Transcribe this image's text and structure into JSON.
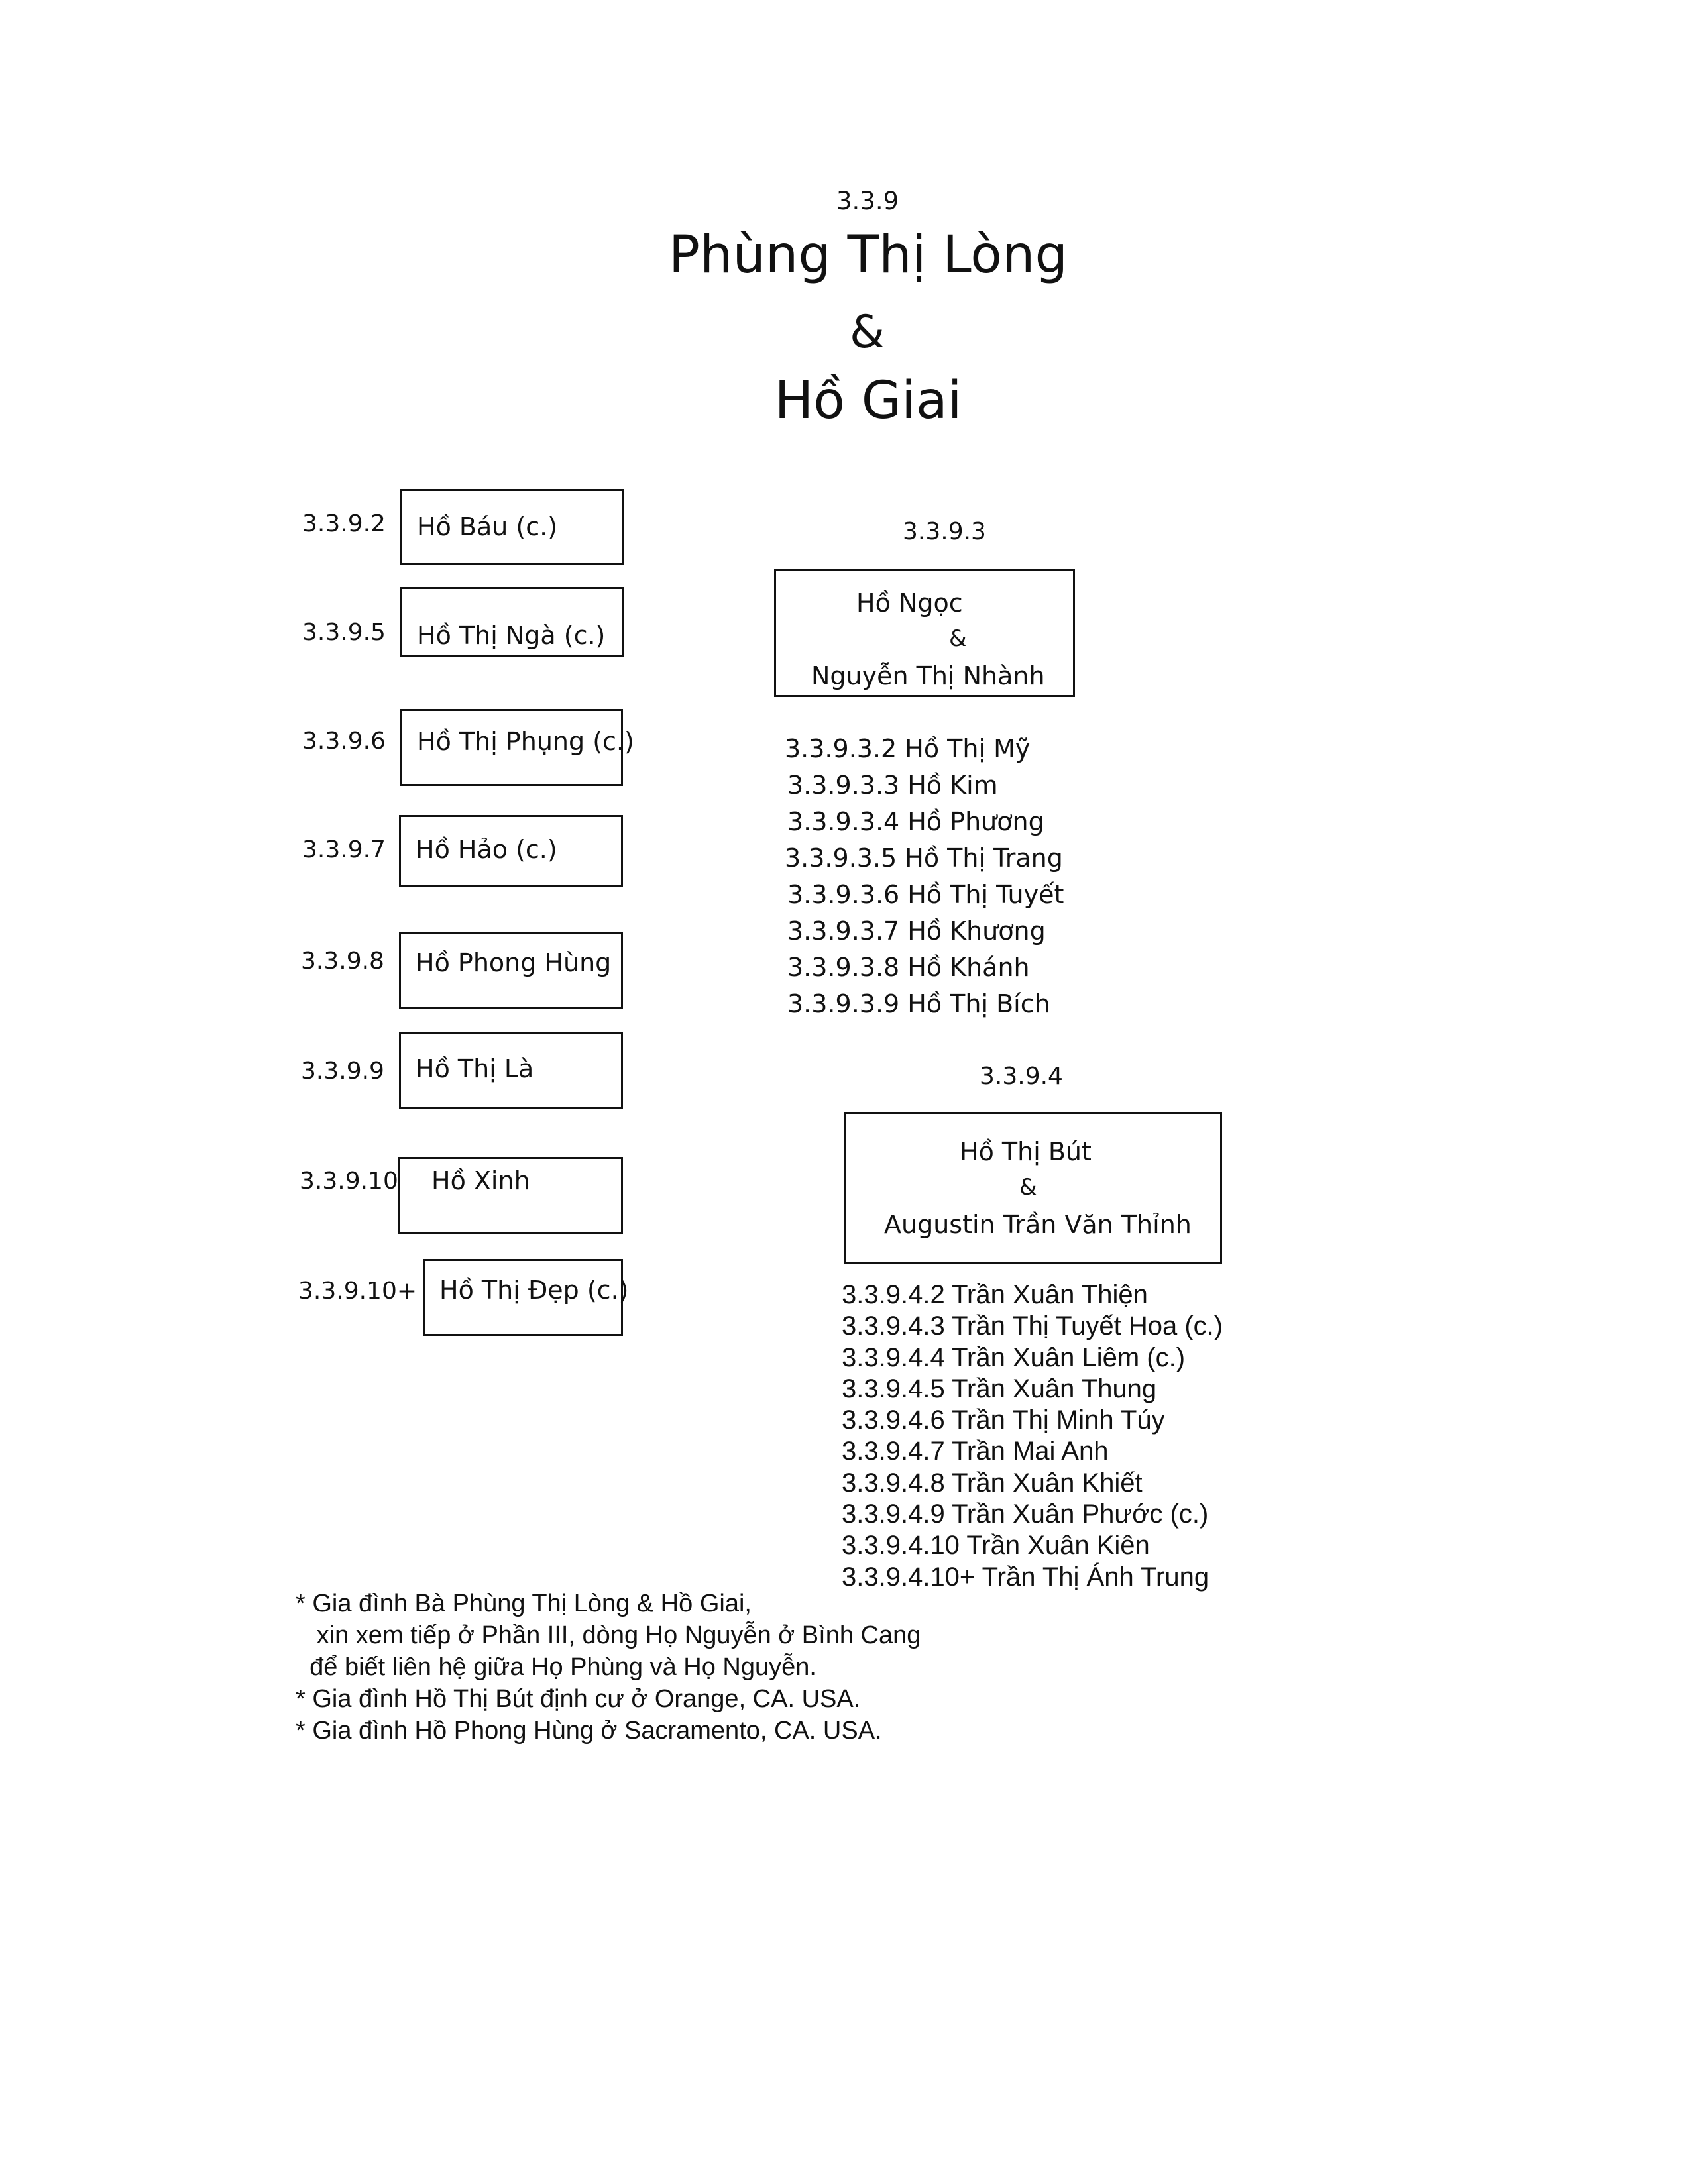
{
  "header": {
    "code": "3.3.9",
    "name1": "Phùng Thị Lòng",
    "amp": "&",
    "name2": "Hồ Giai"
  },
  "children": [
    {
      "code": "3.3.9.2",
      "name": "Hồ Báu (c.)"
    },
    {
      "code": "3.3.9.5",
      "name": "Hồ Thị Ngà (c.)"
    },
    {
      "code": "3.3.9.6",
      "name": "Hồ Thị Phụng (c.)"
    },
    {
      "code": "3.3.9.7",
      "name": "Hồ Hảo (c.)"
    },
    {
      "code": "3.3.9.8",
      "name": "Hồ Phong Hùng"
    },
    {
      "code": "3.3.9.9",
      "name": "Hồ Thị Là"
    },
    {
      "code": "3.3.9.10",
      "name": "Hồ Xinh"
    },
    {
      "code": "3.3.9.10+",
      "name": "Hồ Thị Đẹp (c.)"
    }
  ],
  "family3": {
    "code": "3.3.9.3",
    "line1": "Hồ Ngọc",
    "amp": "&",
    "line2": "Nguyễn Thị Nhành",
    "members": [
      "3.3.9.3.2 Hồ Thị Mỹ",
      "3.3.9.3.3 Hồ Kim",
      "3.3.9.3.4 Hồ Phương",
      "3.3.9.3.5 Hồ Thị Trang",
      "3.3.9.3.6 Hồ Thị Tuyết",
      "3.3.9.3.7 Hồ Khương",
      "3.3.9.3.8 Hồ Khánh",
      "3.3.9.3.9 Hồ Thị Bích"
    ]
  },
  "family4": {
    "code": "3.3.9.4",
    "line1": "Hồ Thị Bút",
    "amp": "&",
    "line2": "Augustin Trần Văn Thỉnh",
    "members": [
      "3.3.9.4.2  Trần Xuân Thiện",
      "3.3.9.4.3  Trần Thị Tuyết Hoa (c.)",
      "3.3.9.4.4  Trần Xuân Liêm (c.)",
      "3.3.9.4.5  Trần Xuân Thung",
      "3.3.9.4.6  Trần Thị Minh Túy",
      "3.3.9.4.7  Trần Mai Anh",
      "3.3.9.4.8  Trần Xuân Khiết",
      "3.3.9.4.9  Trần Xuân Phước (c.)",
      "3.3.9.4.10 Trần Xuân Kiên",
      "3.3.9.4.10+ Trần Thị Ánh Trung"
    ]
  },
  "notes": [
    "* Gia đình Bà Phùng Thị Lòng & Hồ Giai,",
    "   xin xem tiếp ở Phần III, dòng Họ Nguyễn ở Bình Cang",
    "  để biết liên hệ giữa Họ Phùng và Họ Nguyễn.",
    "* Gia đình Hồ Thị Bút định cư ở Orange, CA. USA.",
    "* Gia đình Hồ Phong Hùng ở Sacramento, CA. USA."
  ]
}
